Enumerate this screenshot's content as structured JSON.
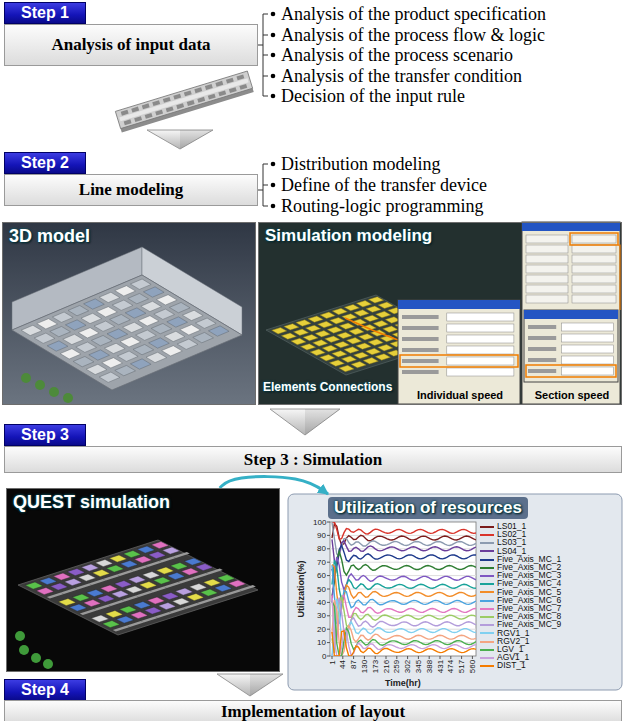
{
  "diagram": {
    "nodes": [
      {
        "text": [
          "Step 1"
        ]
      },
      {
        "text": [
          "Analysis of input data"
        ]
      },
      {
        "text": [
          "Step 2"
        ]
      },
      {
        "text": [
          "Line modeling"
        ]
      },
      {
        "text": [
          "3D model"
        ]
      },
      {
        "text": [
          "Simulation modeling",
          "Elements Connections"
        ]
      },
      {
        "text": [
          "Individual speed"
        ],
        "in": 5
      },
      {
        "text": [
          "Section speed"
        ],
        "in": 5
      },
      {
        "text": [
          "Step 3"
        ]
      },
      {
        "text": [
          "Step 3 : Simulation"
        ]
      },
      {
        "text": [
          "QUEST simulation"
        ]
      },
      {
        "text": [
          "Utilization of resources"
        ]
      },
      {
        "text": [
          "Step 4"
        ]
      },
      {
        "text": [
          "Implementation of layout"
        ]
      }
    ],
    "edges": [
      {
        "from": 10,
        "to": 11,
        "arrow": "to"
      }
    ],
    "labels": [
      "Analysis of the product specification",
      "Analysis of the process flow & logic",
      "Analysis of the process scenario",
      "Analysis of the transfer condition",
      "Decision of the input rule",
      "Distribution modeling",
      "Define of the transfer device",
      "Routing-logic programming",
      "Utilization(%)",
      "0",
      "10",
      "20",
      "30",
      "40",
      "50",
      "60",
      "70",
      "80",
      "90",
      "100",
      "1",
      "44",
      "87",
      "130",
      "173",
      "216",
      "259",
      "302",
      "345",
      "388",
      "431",
      "474",
      "517",
      "560",
      "Time(hr)"
    ],
    "legend": [
      {
        "text": "LS01_1",
        "color": "#7b1c1c"
      },
      {
        "text": "LS02_1",
        "color": "#d9342b"
      },
      {
        "text": "LS03_1",
        "color": "#8c9bb0"
      },
      {
        "text": "LS04_1",
        "color": "#6a3d9a"
      },
      {
        "text": "Five_Axis_MC_1",
        "color": "#1f3b8c"
      },
      {
        "text": "Five_Axis_MC_2",
        "color": "#2e7d32"
      },
      {
        "text": "Five_Axis_MC_3",
        "color": "#7e57c2"
      },
      {
        "text": "Five_Axis_MC_4",
        "color": "#1aa39a"
      },
      {
        "text": "Five_Axis_MC_5",
        "color": "#f28c28"
      },
      {
        "text": "Five_Axis_MC_6",
        "color": "#4aa3df"
      },
      {
        "text": "Five_Axis_MC_7",
        "color": "#e377c2"
      },
      {
        "text": "Five_Axis_MC_8",
        "color": "#9ccc65"
      },
      {
        "text": "Five_Axis_MC_9",
        "color": "#b39ddb"
      },
      {
        "text": "RGV1_1",
        "color": "#80d0f0"
      },
      {
        "text": "RGV2_1",
        "color": "#f4a582"
      },
      {
        "text": "LGV_1",
        "color": "#4caf50"
      },
      {
        "text": "AGV1_1",
        "color": "#c9a0dc"
      },
      {
        "text": "DIST_1",
        "color": "#f57c00"
      }
    ]
  }
}
